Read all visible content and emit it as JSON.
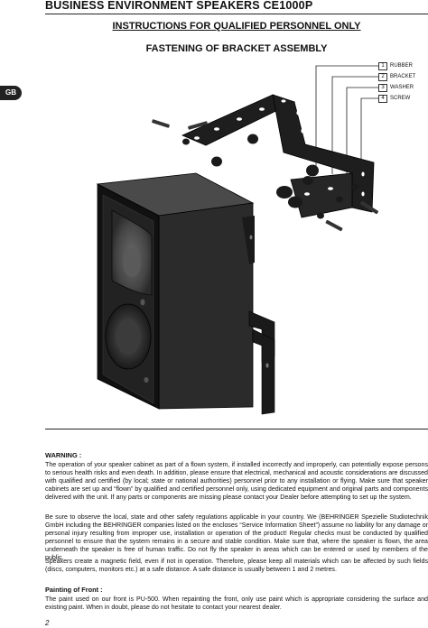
{
  "header": {
    "title": "BUSINESS ENVIRONMENT SPEAKERS CE1000P"
  },
  "side_tab": {
    "label": "GB"
  },
  "titles": {
    "main": "INSTRUCTIONS FOR QUALIFIED PERSONNEL ONLY",
    "section": "FASTENING OF BRACKET ASSEMBLY"
  },
  "legend": [
    {
      "num": "1",
      "label": "RUBBER"
    },
    {
      "num": "2",
      "label": "BRACKET"
    },
    {
      "num": "3",
      "label": "WASHER"
    },
    {
      "num": "4",
      "label": "SCREW"
    }
  ],
  "warning": {
    "heading": "WARNING :",
    "paragraphs": [
      "The operation of your speaker cabinet as part of a flown system, if installed incorrectly and improperly, can potentially expose persons to serious health risks and even death. In addition, please ensure that electrical, mechanical and acoustic considerations are discussed with qualified and certified (by local; state or national authorities) personnel prior to any installation or flying. Make sure that speaker cabinets are set up and “flown” by qualified and certified personnel only, using dedicated equipment and original parts and components delivered with the unit. If any parts or components are missing please contact your Dealer before attempting to set up the system.",
      "Be sure to observe the local, state and other safety regulations applicable in your country. We (BEHRINGER Spezielle Studiotechnik GmbH including the BEHRINGER companies listed on the encloses “Service Information Sheet”) assume no liability for any damage or personal injury resulting from improper use, installation or operation of the product! Regular checks must be conducted by qualified personnel to ensure that the system remains in a secure and stable condition. Make sure that, where the speaker is flown, the area underneath the speaker is free of human traffic. Do not fly the speaker in areas which can be entered or used by members of the public.",
      "Speakers create a magnetic field, even if not in operation. Therefore, please keep all materials which can be affected by such fields (discs, computers, monitors etc.) at a safe distance. A safe distance is usually between 1 and 2 metres."
    ]
  },
  "painting": {
    "heading": "Painting of Front :",
    "paragraph": "The paint used on our front is PU-500. When repainting the front, only use paint which is appropriate considering the surface and existing paint. When in doubt, please do not hesitate to contact your nearest dealer."
  },
  "footer": {
    "page_number": "2"
  },
  "colors": {
    "ink": "#111111",
    "cabinet_front": "#2b2b2b",
    "cabinet_side": "#111111",
    "cabinet_top": "#4a4a4a"
  }
}
